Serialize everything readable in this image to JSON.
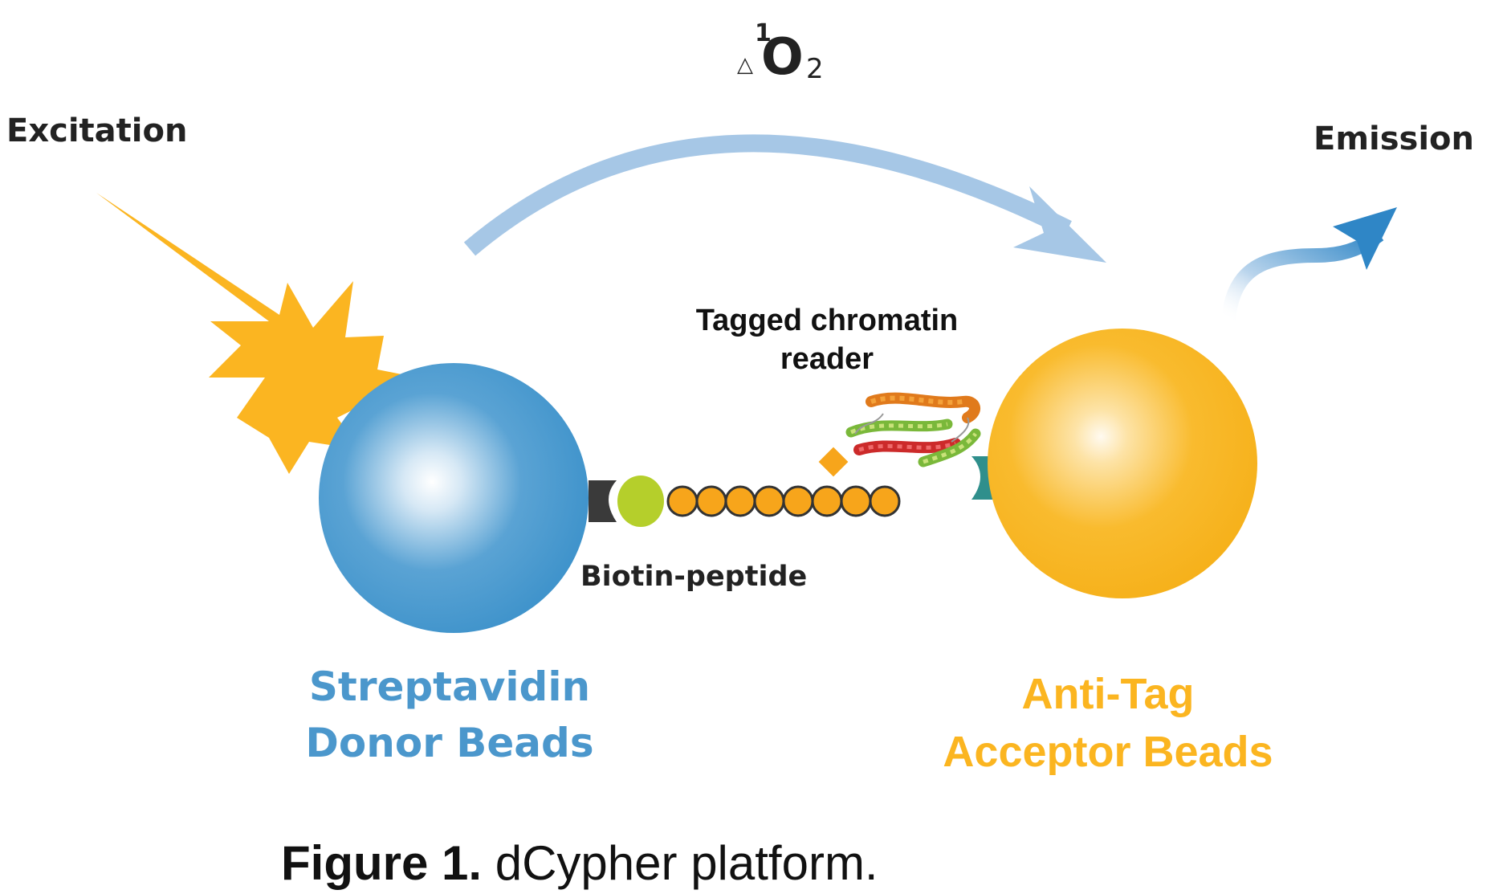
{
  "labels": {
    "excitation": "Excitation",
    "singlet_oxygen_sup": "1",
    "singlet_oxygen_delta": "△",
    "singlet_oxygen_base": "O",
    "singlet_oxygen_sub": "2",
    "emission": "Emission",
    "reader_line1": "Tagged chromatin",
    "reader_line2": "reader",
    "biotin_peptide": "Biotin-peptide",
    "donor_line1": "Streptavidin",
    "donor_line2": "Donor Beads",
    "acceptor_line1": "Anti-Tag",
    "acceptor_line2": "Acceptor Beads"
  },
  "caption": {
    "prefix": "Figure 1.",
    "text": " dCypher platform."
  },
  "colors": {
    "donor_blue": "#4195cc",
    "acceptor_gold": "#f8b31d",
    "starburst": "#fbb521",
    "arrow_light_blue": "#a6c7e6",
    "donor_label": "#4b97cc",
    "acceptor_label": "#fbb520",
    "peptide_orange": "#f7a51b",
    "biotin_green": "#b5cf2b",
    "anti_tag_teal": "#2f8f8c"
  }
}
